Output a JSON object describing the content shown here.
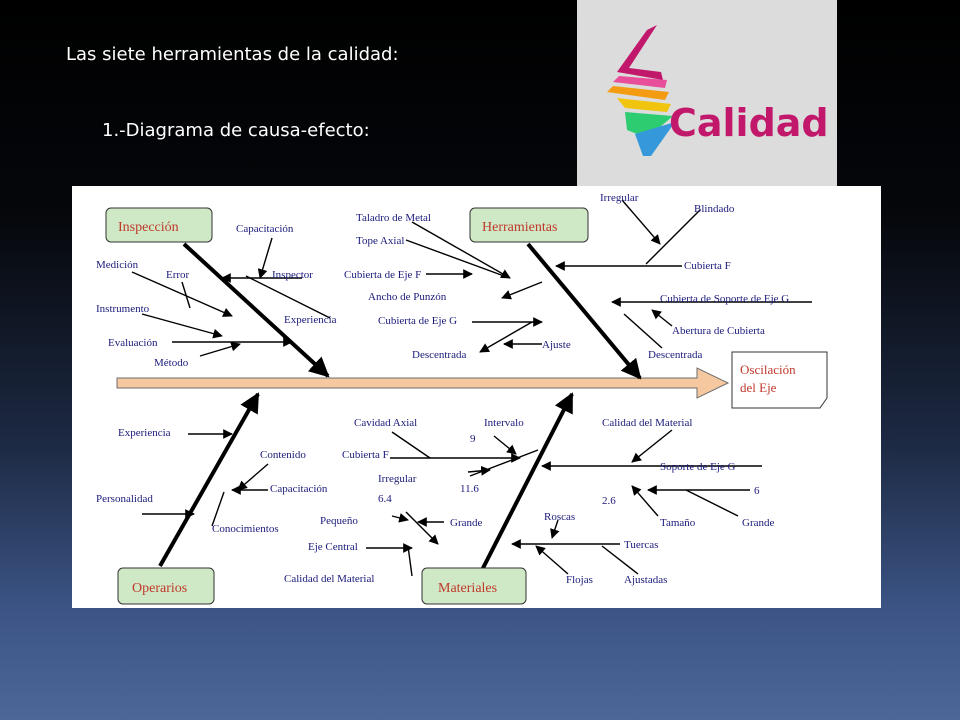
{
  "slide": {
    "title": "Las siete herramientas de la calidad:",
    "subtitle": "1.-Diagrama de causa-efecto:"
  },
  "logo": {
    "word": "Calidad",
    "colors": [
      "#c2186b",
      "#e84e9a",
      "#f39c12",
      "#f1c40f",
      "#2ecc71",
      "#3498db"
    ]
  },
  "diagram": {
    "effect": [
      "Oscilación",
      "del Eje"
    ],
    "categories": {
      "inspeccion": "Inspección",
      "herramientas": "Herramientas",
      "operarios": "Operarios",
      "materiales": "Materiales"
    },
    "causes": {
      "inspeccion": {
        "capacitacion": "Capacitación",
        "inspector": "Inspector",
        "experiencia": "Experiencia",
        "medicion": "Medición",
        "error": "Error",
        "instrumento": "Instrumento",
        "evaluacion": "Evaluación",
        "metodo": "Método"
      },
      "herramientas": {
        "taladro": "Taladro de Metal",
        "tope_axial": "Tope Axial",
        "cubierta_eje_f": "Cubierta de Eje F",
        "ancho_punzon": "Ancho de Punzón",
        "cubierta_eje_g": "Cubierta de Eje G",
        "ajuste": "Ajuste",
        "descentrada_left": "Descentrada",
        "irregular": "Irregular",
        "blindado": "Blindado",
        "cubierta_f": "Cubierta F",
        "cubierta_soporte": "Cubierta de Soporte de Eje G",
        "abertura": "Abertura de Cubierta",
        "descentrada_right": "Descentrada"
      },
      "operarios": {
        "experiencia": "Experiencia",
        "contenido": "Contenido",
        "capacitacion": "Capacitación",
        "personalidad": "Personalidad",
        "conocimientos": "Conocimientos"
      },
      "materiales": {
        "cavidad_axial": "Cavidad Axial",
        "intervalo": "Intervalo",
        "nueve": "9",
        "cubierta_f": "Cubierta F",
        "irregular": "Irregular",
        "once_seis": "11.6",
        "seis_cuatro": "6.4",
        "pequeno": "Pequeño",
        "grande_left": "Grande",
        "eje_central": "Eje Central",
        "calidad_material_left": "Calidad del Material",
        "calidad_material_right": "Calidad del Material",
        "soporte_eje_g": "Soporte de Eje G",
        "dos_seis": "2.6",
        "seis": "6",
        "tamano": "Tamaño",
        "grande_right": "Grande",
        "roscas": "Roscas",
        "tuercas": "Tuercas",
        "flojas": "Flojas",
        "ajustadas": "Ajustadas"
      }
    }
  }
}
